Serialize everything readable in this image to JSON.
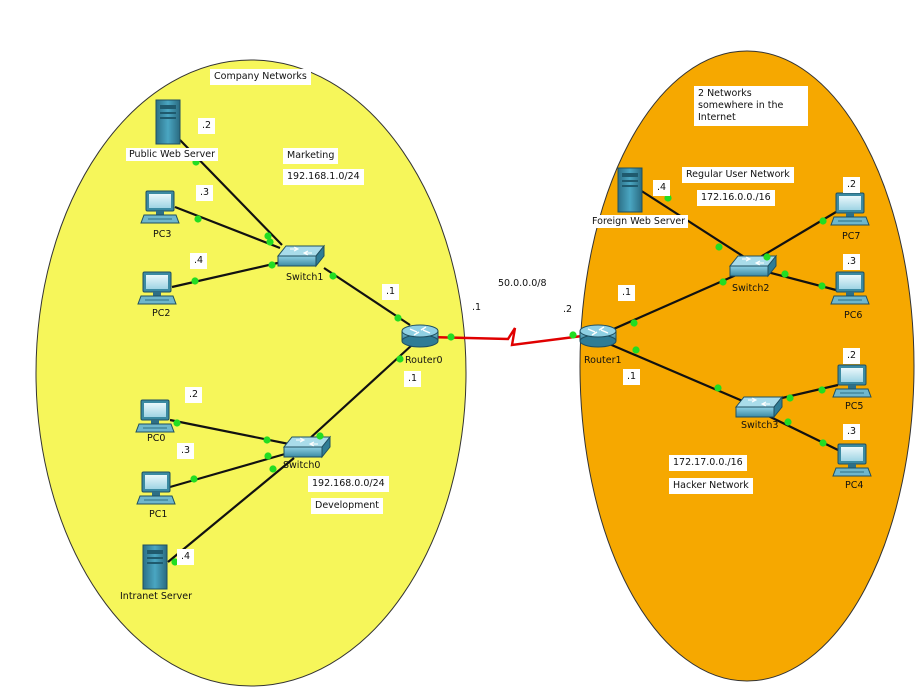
{
  "colors": {
    "company_area": "#f6f65a",
    "internet_area": "#f6a800",
    "link": "#111111",
    "serial_link": "#e00000",
    "port": "#22dd22"
  },
  "areas": {
    "company_label": "Company Networks",
    "internet_label": "2 Networks somewhere in the Internet"
  },
  "notes": {
    "marketing": "Marketing",
    "marketing_net": "192.168.1.0/24",
    "development_net": "192.168.0.0/24",
    "development": "Development",
    "wan_net": "50.0.0.0/8",
    "regular_user_network": "Regular User Network",
    "regular_user_net": "172.16.0.0./16",
    "hacker_net": "172.17.0.0./16",
    "hacker_network": "Hacker Network"
  },
  "devices": {
    "public_web_server": "Public Web Server",
    "pc3": "PC3",
    "pc2": "PC2",
    "pc0": "PC0",
    "pc1": "PC1",
    "intranet_server": "Intranet Server",
    "switch1": "Switch1",
    "switch0": "Switch0",
    "router0": "Router0",
    "router1": "Router1",
    "switch2": "Switch2",
    "switch3": "Switch3",
    "foreign_web_server": "Foreign Web Server",
    "pc7": "PC7",
    "pc6": "PC6",
    "pc5": "PC5",
    "pc4": "PC4"
  },
  "addresses": {
    "public_web_server": ".2",
    "pc3": ".3",
    "pc2": ".4",
    "router0_lan1": ".1",
    "router0_wan": ".1",
    "router0_lan0": ".1",
    "pc0": ".2",
    "pc1": ".3",
    "intranet_server": ".4",
    "router1_wan": ".2",
    "router1_lan2": ".1",
    "router1_lan3": ".1",
    "foreign_web_server": ".4",
    "pc7": ".2",
    "pc6": ".3",
    "pc5": ".2",
    "pc4": ".3"
  }
}
